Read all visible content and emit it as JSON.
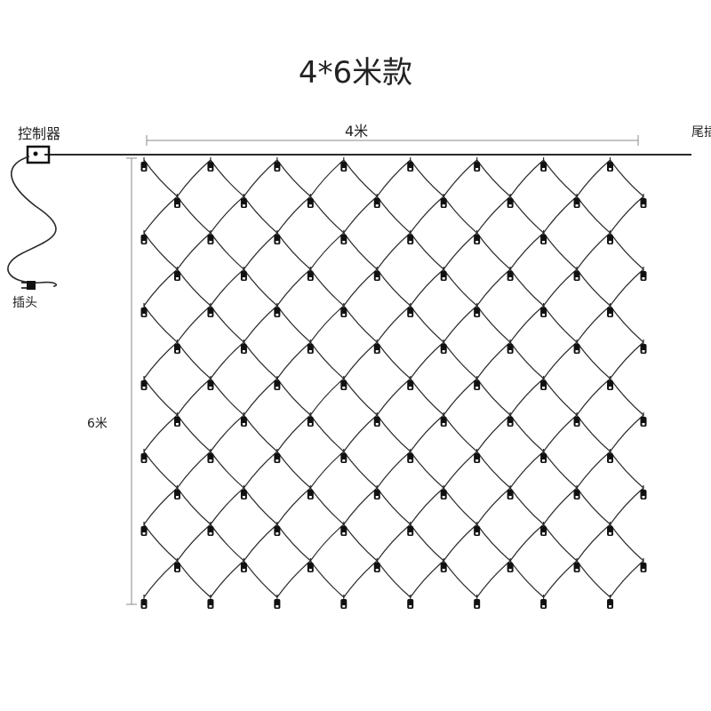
{
  "title": "4*6米款",
  "labels": {
    "controller": "控制器",
    "plug": "插头",
    "tail": "尾插",
    "width": "4米",
    "height": "6米"
  },
  "net": {
    "columns": 8,
    "rows": 12
  },
  "colors": {
    "wire": "#2a2a2a",
    "bulb": "#111111",
    "dimension": "#888888"
  }
}
